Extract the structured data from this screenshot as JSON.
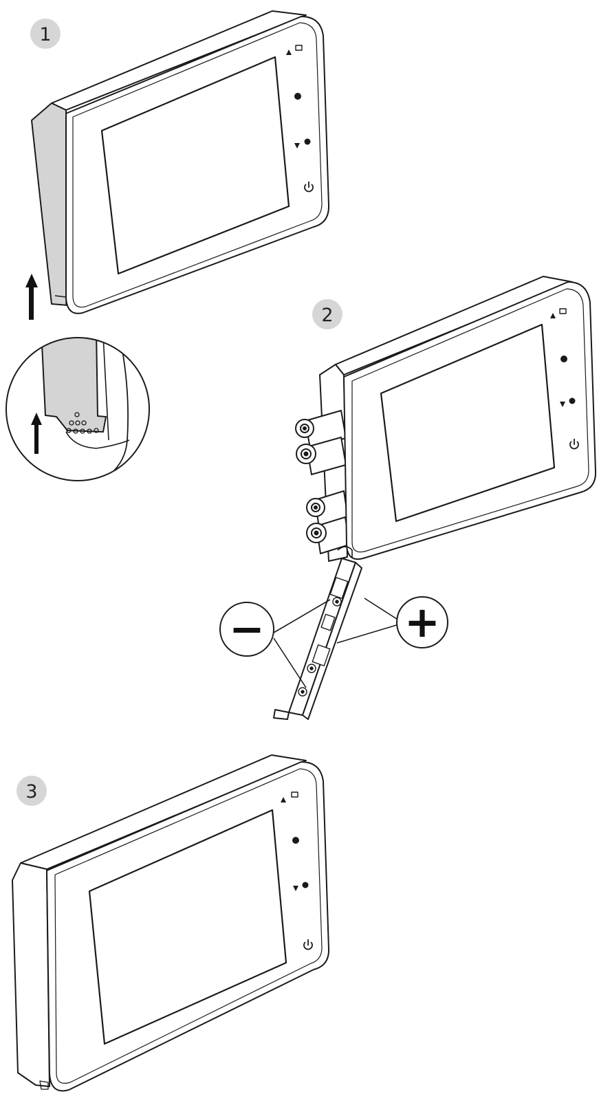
{
  "steps": [
    {
      "number": "1"
    },
    {
      "number": "2"
    },
    {
      "number": "3"
    }
  ],
  "polarity": {
    "negative": "−",
    "positive": "+"
  },
  "colors": {
    "line": "#1a1a1a",
    "cover": "#d4d4d4",
    "badge": "#d6d6d6",
    "background": "#ffffff"
  },
  "icons": [
    "power-icon",
    "menu-icon",
    "up-arrow-icon",
    "down-arrow-icon",
    "arrow-up-icon",
    "battery-icon"
  ]
}
